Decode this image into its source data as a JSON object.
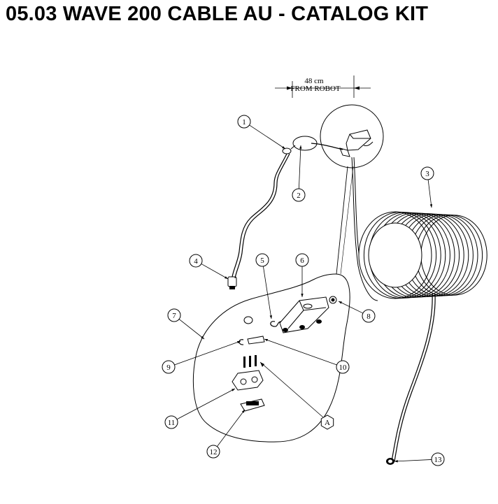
{
  "title": "05.03  WAVE 200 CABLE AU - CATALOG KIT",
  "dimension": {
    "value": "48 cm",
    "note": "FROM ROBOT"
  },
  "callouts": [
    "1",
    "2",
    "3",
    "4",
    "5",
    "6",
    "7",
    "8",
    "9",
    "10",
    "11",
    "12",
    "13"
  ],
  "detail_label": "A"
}
